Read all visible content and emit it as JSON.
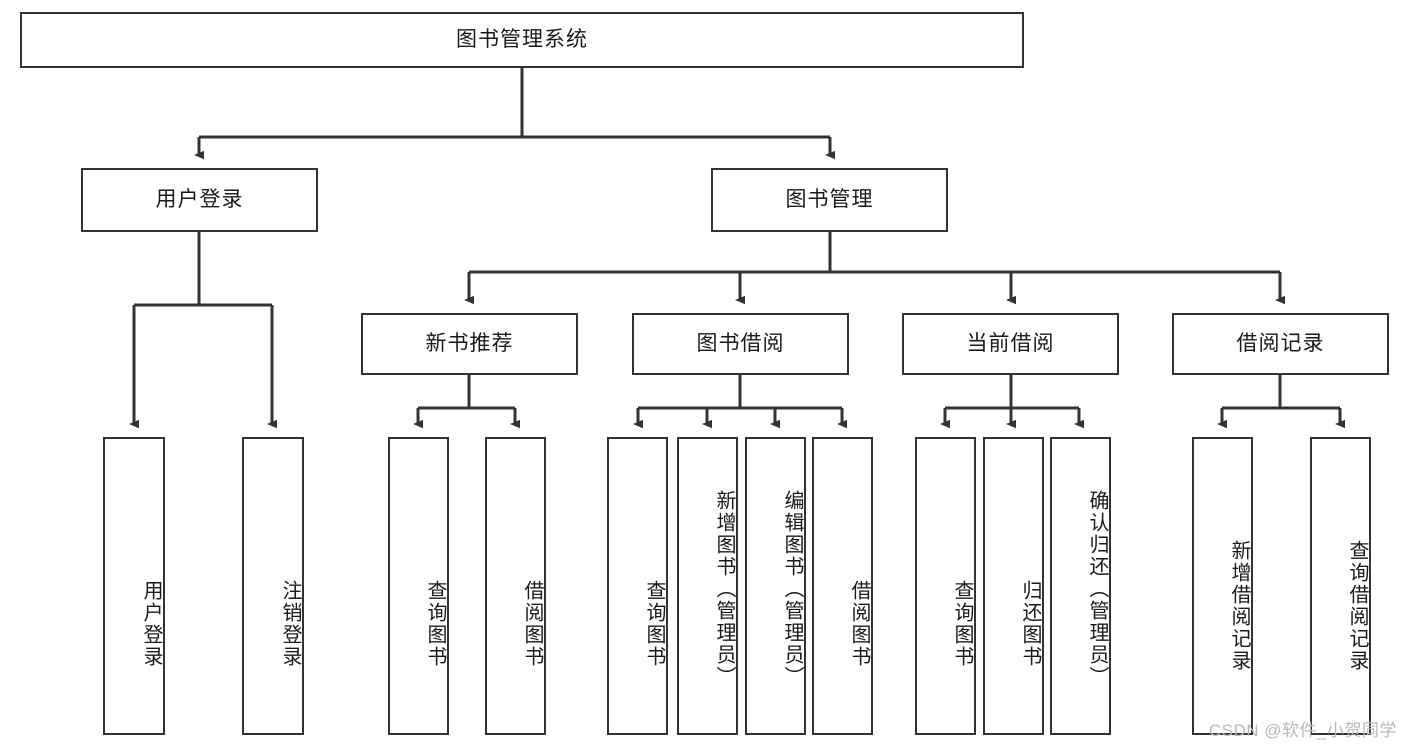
{
  "diagram": {
    "type": "tree-hierarchy-chart",
    "title_node": {
      "label": "图书管理系统"
    },
    "level2": [
      {
        "id": "user-login",
        "label": "用户登录"
      },
      {
        "id": "book-management",
        "label": "图书管理"
      }
    ],
    "level3": [
      {
        "id": "new-book-recommend",
        "label": "新书推荐"
      },
      {
        "id": "book-borrow",
        "label": "图书借阅"
      },
      {
        "id": "current-borrow",
        "label": "当前借阅"
      },
      {
        "id": "borrow-record",
        "label": "借阅记录"
      }
    ],
    "leaves": {
      "user_login": [
        {
          "id": "leaf-user-login",
          "label": "用户登录"
        },
        {
          "id": "leaf-logout-login",
          "label": "注销登录"
        }
      ],
      "new_book_recommend": [
        {
          "id": "leaf-query-book-1",
          "label": "查询图书"
        },
        {
          "id": "leaf-borrow-book-1",
          "label": "借阅图书"
        }
      ],
      "book_borrow": [
        {
          "id": "leaf-query-book-2",
          "label": "查询图书"
        },
        {
          "id": "leaf-add-book",
          "label": "新增图书（管理员）"
        },
        {
          "id": "leaf-edit-book",
          "label": "编辑图书（管理员）"
        },
        {
          "id": "leaf-borrow-book-2",
          "label": "借阅图书"
        }
      ],
      "current_borrow": [
        {
          "id": "leaf-query-book-3",
          "label": "查询图书"
        },
        {
          "id": "leaf-return-book",
          "label": "归还图书"
        },
        {
          "id": "leaf-confirm-return",
          "label": "确认归还（管理员）"
        }
      ],
      "borrow_record": [
        {
          "id": "leaf-add-borrow-record",
          "label": "新增借阅记录"
        },
        {
          "id": "leaf-query-borrow-record",
          "label": "查询借阅记录"
        }
      ]
    },
    "watermark": "CSDN @软件_小贺同学",
    "colors": {
      "box_border": "#333333",
      "box_fill": "#ffffff",
      "connector": "#333333",
      "text": "#1a1a1a",
      "watermark": "#b9b9b9",
      "background": "#ffffff"
    }
  }
}
